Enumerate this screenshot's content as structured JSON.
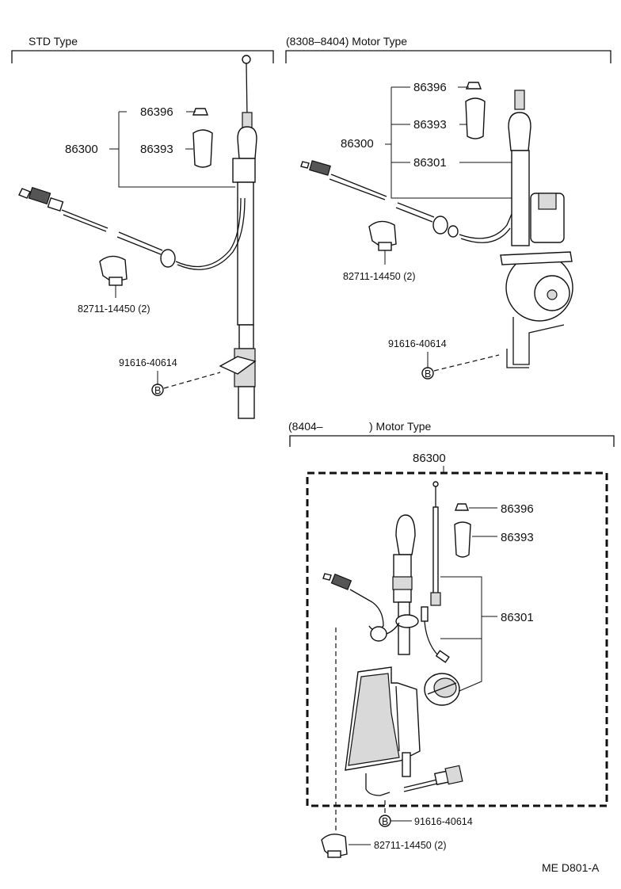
{
  "sections": {
    "std": {
      "title": "STD Type"
    },
    "motor_early": {
      "title": "(8308–8404) Motor Type"
    },
    "motor_late": {
      "title_left": "(8404–",
      "title_right": ") Motor Type"
    }
  },
  "std_parts": {
    "cap": "86396",
    "bushing": "86393",
    "assembly": "86300",
    "clamp": "82711-14450 (2)",
    "bolt": "91616-40614",
    "bolt_marker": "B"
  },
  "motor_early_parts": {
    "cap": "86396",
    "bushing": "86393",
    "assembly": "86300",
    "mast": "86301",
    "clamp": "82711-14450 (2)",
    "bolt": "91616-40614",
    "bolt_marker": "B"
  },
  "motor_late_parts": {
    "assembly": "86300",
    "cap": "86396",
    "bushing": "86393",
    "mast": "86301",
    "bolt": "91616-40614",
    "bolt_marker": "B",
    "clamp": "82711-14450 (2)"
  },
  "figure_code": "ME D801-A",
  "colors": {
    "ink": "#111111",
    "paper": "#ffffff"
  }
}
